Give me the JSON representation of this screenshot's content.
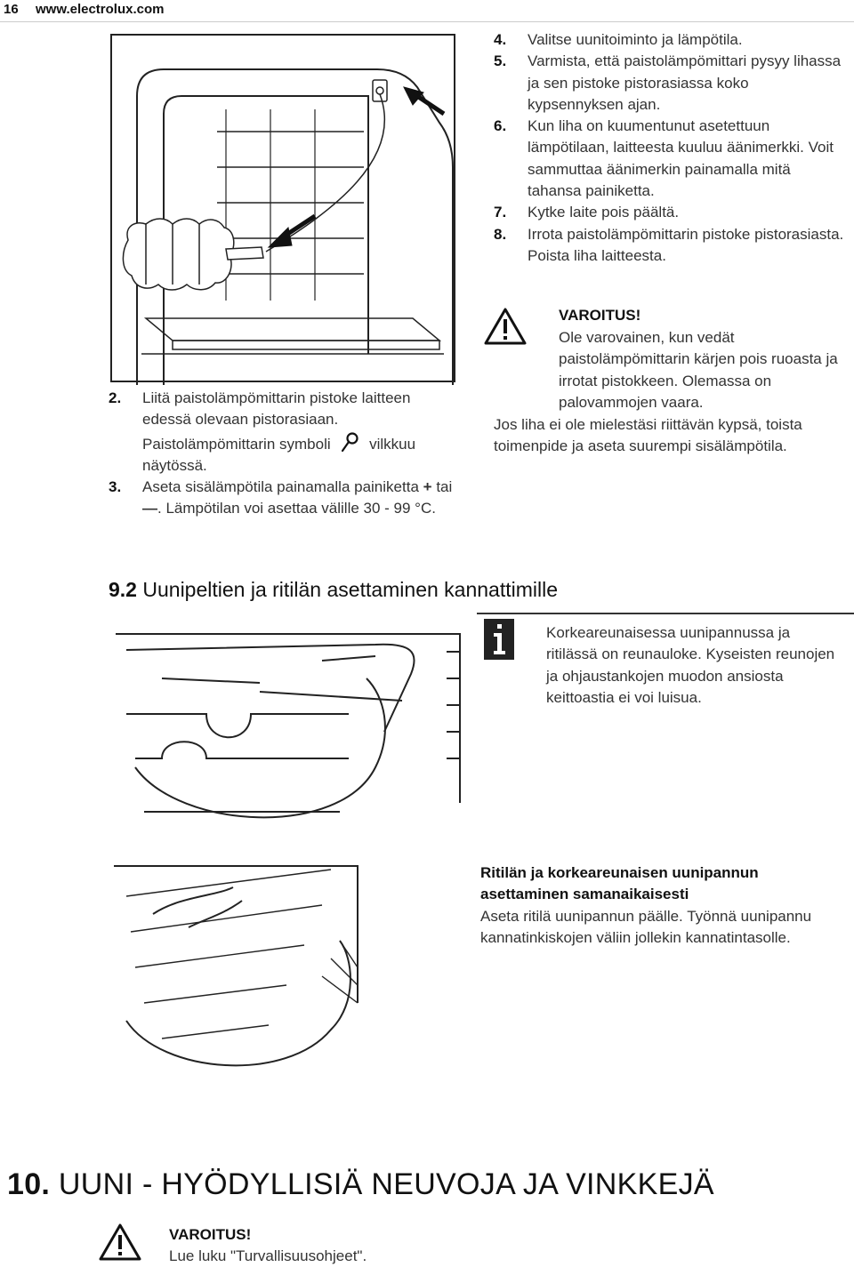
{
  "header": {
    "page_number": "16",
    "site": "www.electrolux.com"
  },
  "steps_right": [
    {
      "num": "4.",
      "text": "Valitse uunitoiminto ja lämpötila."
    },
    {
      "num": "5.",
      "text": "Varmista, että paistolämpömittari pysyy lihassa ja sen pistoke pistorasiassa koko kypsennyksen ajan."
    },
    {
      "num": "6.",
      "text": "Kun liha on kuumentunut asetettuun lämpötilaan, laitteesta kuuluu äänimerkki. Voit sammuttaa äänimerkin painamalla mitä tahansa painiketta."
    },
    {
      "num": "7.",
      "text": "Kytke laite pois päältä."
    },
    {
      "num": "8.",
      "text": "Irrota paistolämpömittarin pistoke pistorasiasta. Poista liha laitteesta."
    }
  ],
  "warning1": {
    "title": "VAROITUS!",
    "text": "Ole varovainen, kun vedät paistolämpömittarin kärjen pois ruoasta ja irrotat pistokkeen. Olemassa on palovammojen vaara."
  },
  "after_warning": "Jos liha ei ole mielestäsi riittävän kypsä, toista toimenpide ja aseta suurempi sisälämpötila.",
  "steps_left": [
    {
      "num": "2.",
      "text_a": "Liitä paistolämpömittarin pistoke laitteen edessä olevaan pistorasiaan. Paistolämpömittarin symboli",
      "text_b": "vilkkuu näytössä."
    },
    {
      "num": "3.",
      "text_a": "Aseta sisälämpötila painamalla painiketta",
      "plus": "+",
      "tai": "tai",
      "minus": "—",
      "text_b": ". Lämpötilan voi asettaa välille 30 - 99 °C."
    }
  ],
  "section_9_2": {
    "number": "9.2",
    "title": "Uunipeltien ja ritilän asettaminen kannattimille"
  },
  "info_note": "Korkeareunaisessa uunipannussa ja ritilässä on reunauloke. Kyseisten reunojen ja ohjaustankojen muodon ansiosta keittoastia ei voi luisua.",
  "subsection": {
    "title": "Ritilän ja korkeareunaisen uunipannun asettaminen samanaikaisesti",
    "text": "Aseta ritilä uunipannun päälle. Työnnä uunipannu kannatinkiskojen väliin jollekin kannatintasolle."
  },
  "section_10": {
    "number": "10.",
    "title": "UUNI - HYÖDYLLISIÄ NEUVOJA JA VINKKEJÄ"
  },
  "warning2": {
    "title": "VAROITUS!",
    "text": "Lue luku \"Turvallisuusohjeet\"."
  },
  "icons": {
    "warning": "warning-triangle-icon",
    "info": "info-icon",
    "probe": "meat-probe-icon"
  }
}
